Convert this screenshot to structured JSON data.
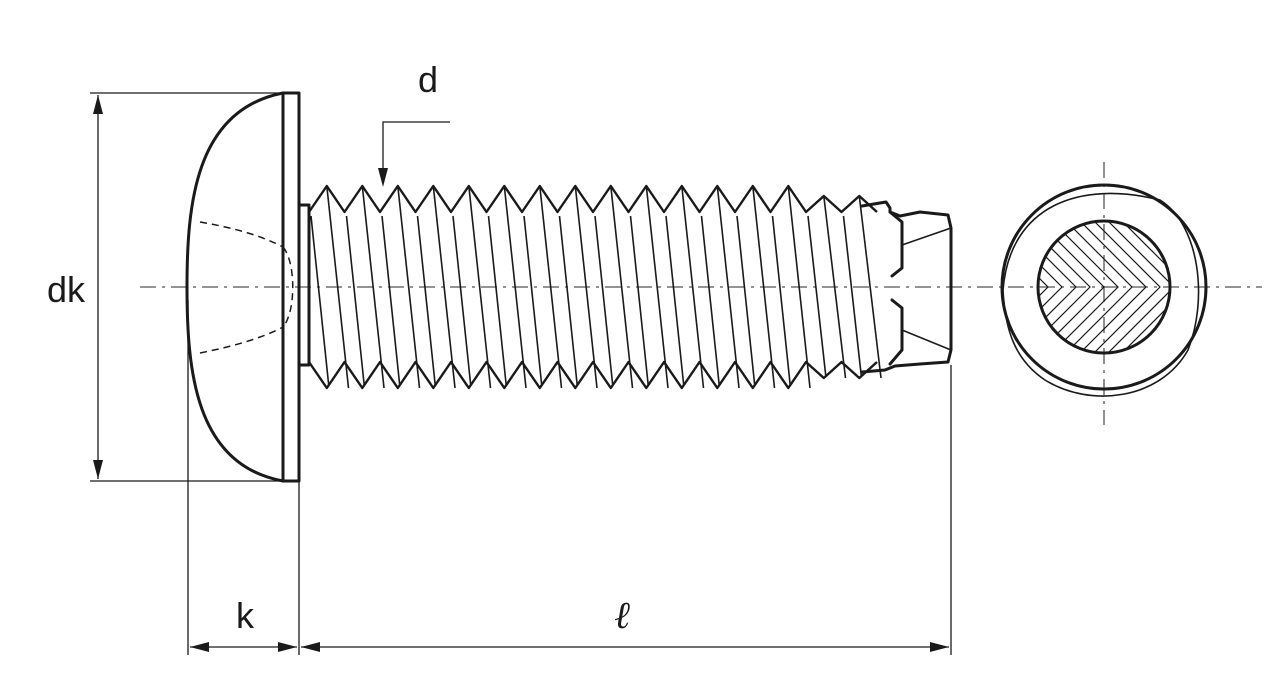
{
  "diagram": {
    "labels": {
      "d": "d",
      "dk": "dk",
      "k": "k",
      "l": "ℓ"
    },
    "colors": {
      "line": "#1a1a1a",
      "background": "#ffffff"
    }
  }
}
